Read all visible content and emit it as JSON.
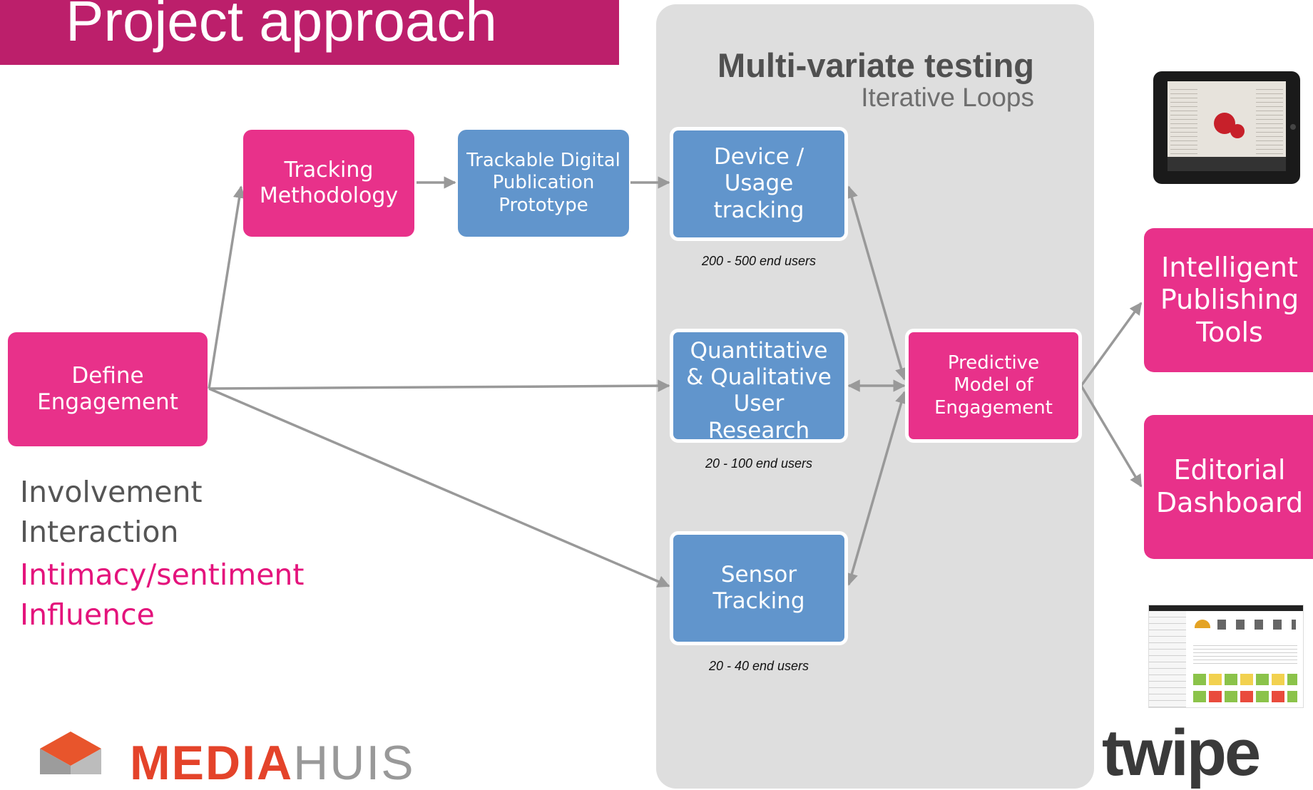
{
  "title": "Project approach",
  "panel": {
    "title": "Multi-variate testing",
    "subtitle": "Iterative Loops"
  },
  "boxes": {
    "define_engagement": "Define\nEngagement",
    "tracking_methodology": "Tracking\nMethodology",
    "prototype": "Trackable Digital\nPublication\nPrototype",
    "device_usage": "Device /\nUsage\ntracking",
    "user_research": "Quantitative\n& Qualitative\nUser\nResearch",
    "sensor_tracking": "Sensor\nTracking",
    "predictive_model": "Predictive\nModel of\nEngagement",
    "publishing_tools": "Intelligent\nPublishing\nTools",
    "editorial_dashboard": "Editorial\nDashboard"
  },
  "notes": {
    "device_users": "200 - 500 end users",
    "research_users": "20 - 100 end users",
    "sensor_users": "20 - 40 end users"
  },
  "dimensions": [
    "Involvement",
    "Interaction",
    "Intimacy/sentiment",
    "Influence"
  ],
  "logos": {
    "mediahuis": "MEDIAHUIS",
    "twipe": "twipe"
  },
  "colors": {
    "title_bar": "#bc1f6b",
    "pink_box": "#e8318a",
    "blue_box": "#6195cc",
    "panel": "#dedede",
    "arrow": "#999999",
    "highlight_text": "#e4137c"
  }
}
